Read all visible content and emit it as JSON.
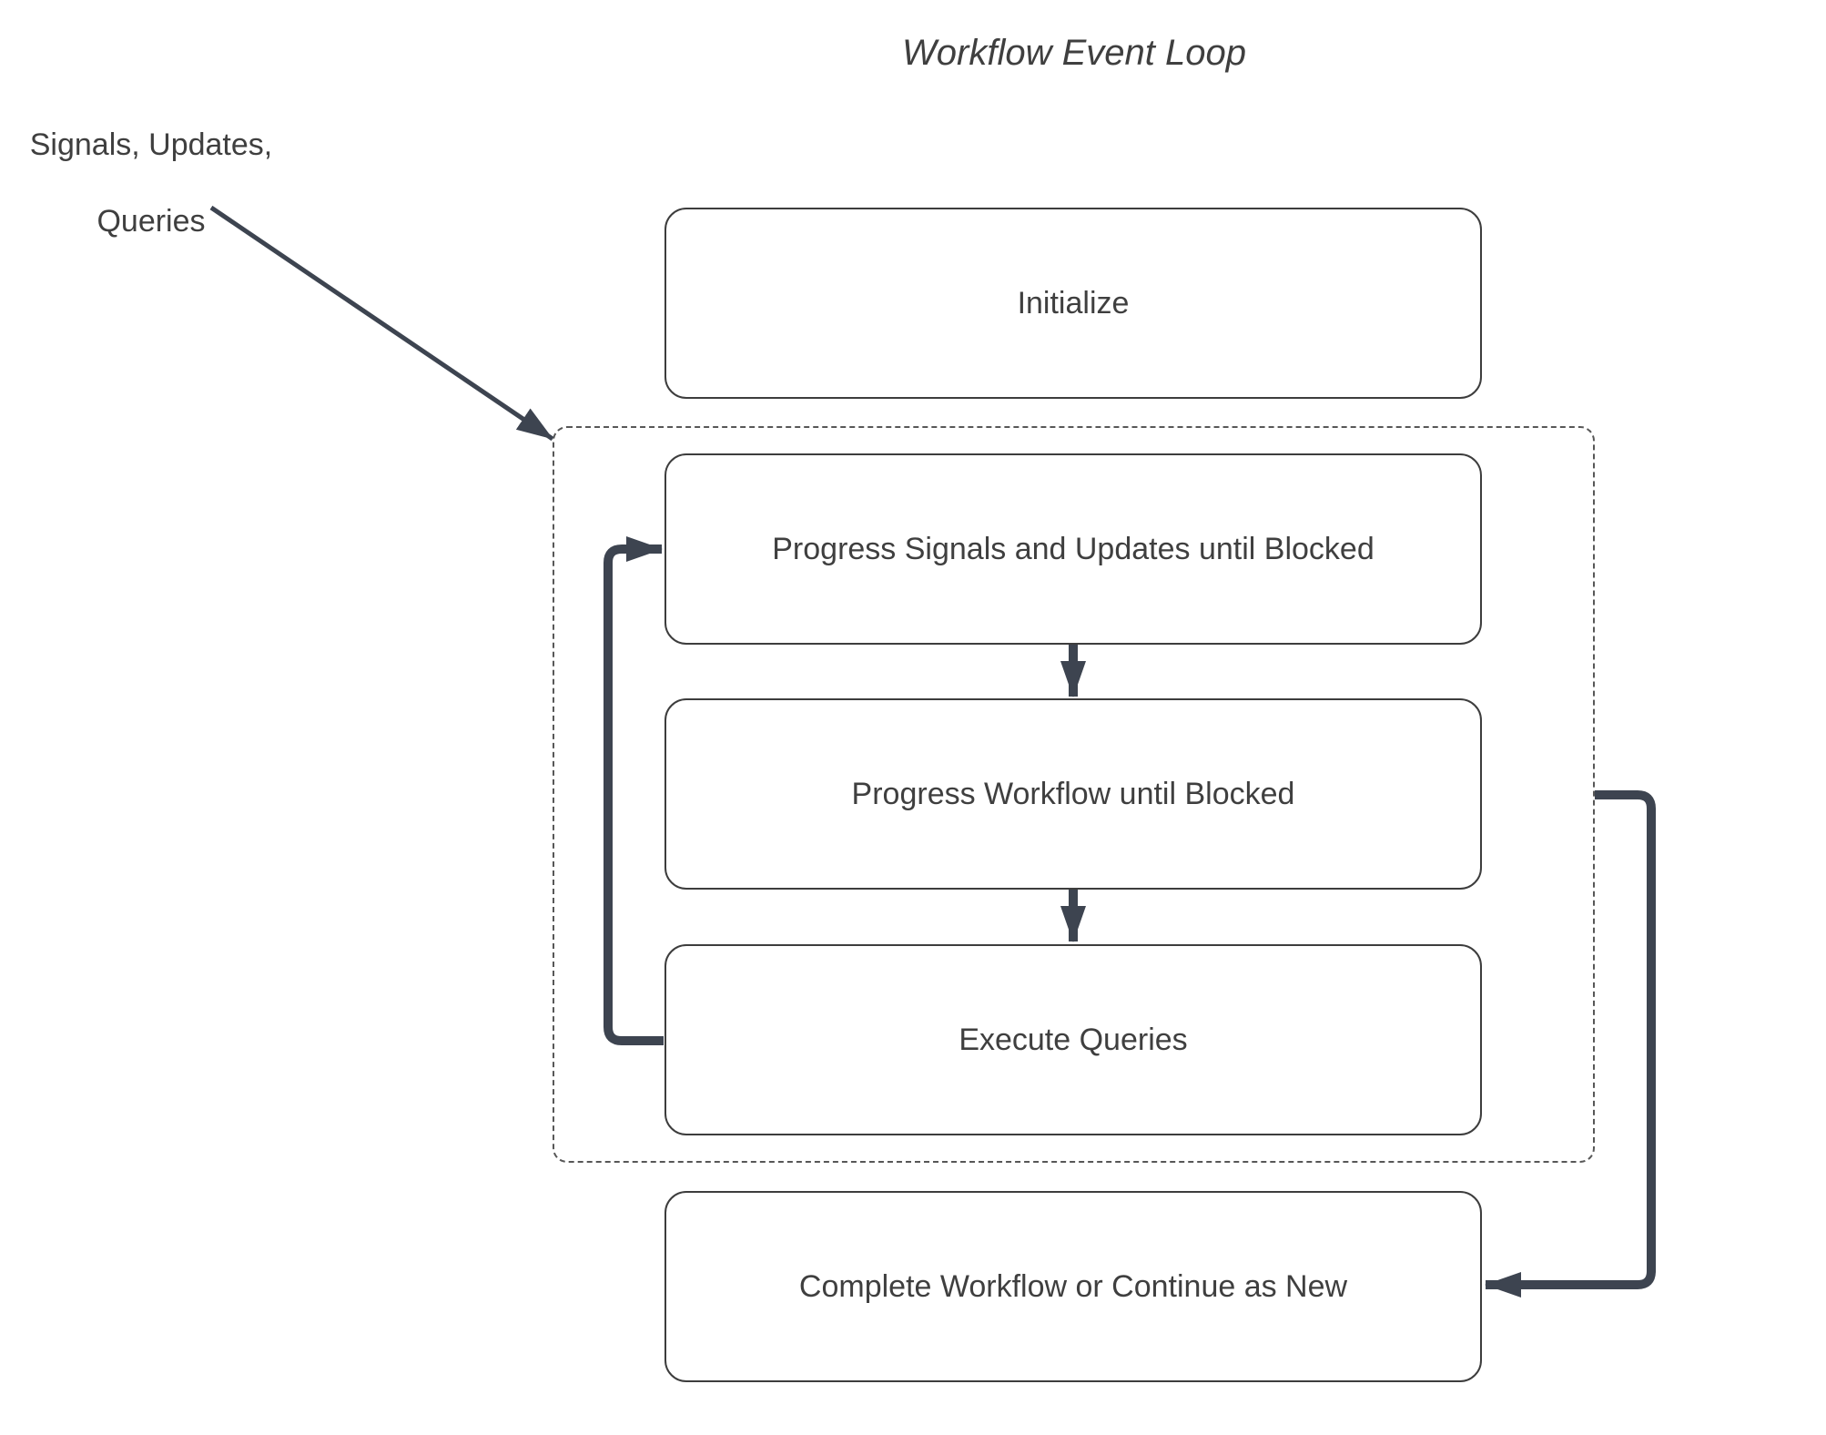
{
  "diagram": {
    "title": "Workflow Event Loop",
    "external_input": {
      "line1": "Signals, Updates,",
      "line2": "Queries"
    },
    "nodes": [
      {
        "id": "initialize",
        "label": "Initialize"
      },
      {
        "id": "progress-signals",
        "label": "Progress Signals and Updates until Blocked"
      },
      {
        "id": "progress-workflow",
        "label": "Progress Workflow until Blocked"
      },
      {
        "id": "execute-queries",
        "label": "Execute Queries"
      },
      {
        "id": "complete",
        "label": "Complete Workflow or Continue as New"
      }
    ],
    "edges": [
      {
        "from": "external-input",
        "to": "event-loop-group",
        "style": "thin-arrow"
      },
      {
        "from": "progress-signals",
        "to": "progress-workflow",
        "style": "thick-arrow"
      },
      {
        "from": "progress-workflow",
        "to": "execute-queries",
        "style": "thick-arrow"
      },
      {
        "from": "execute-queries",
        "to": "progress-signals",
        "style": "thick-loop-left"
      },
      {
        "from": "event-loop-group",
        "to": "complete",
        "style": "thick-loop-right"
      }
    ],
    "colors": {
      "background": "#ffffff",
      "box_border": "#3d3d3d",
      "dashed_border": "#575757",
      "arrow": "#3d4450",
      "text": "#3f3f3f"
    }
  }
}
